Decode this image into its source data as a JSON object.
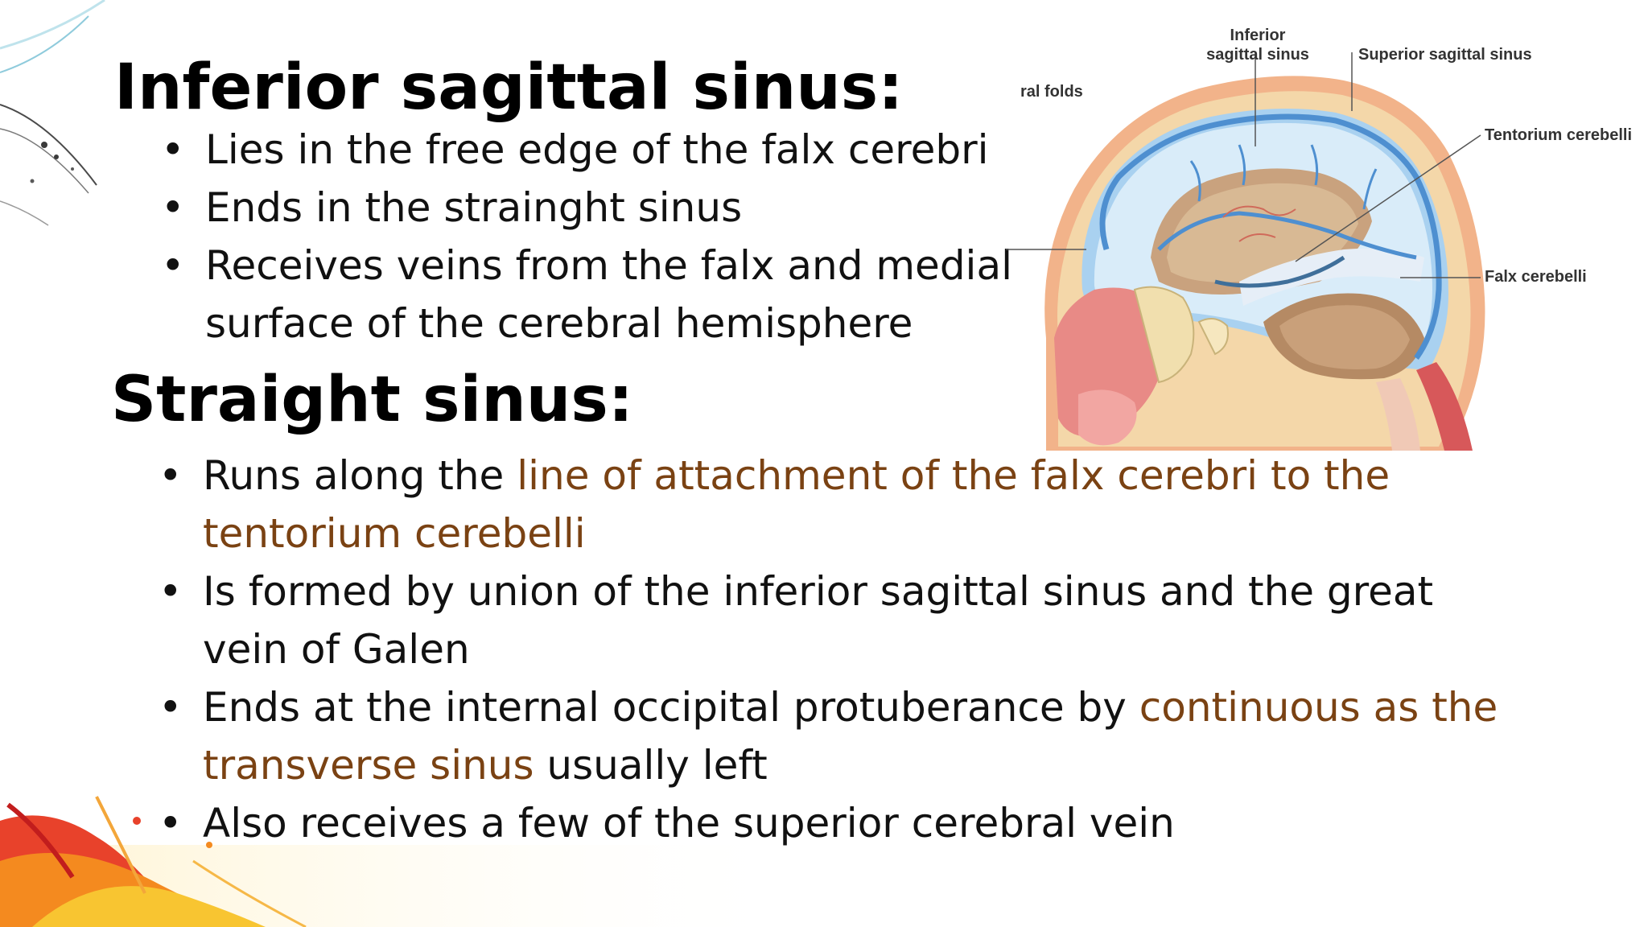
{
  "section1": {
    "title": "Inferior sagittal sinus:",
    "bullets": [
      "Lies in the free edge of the falx cerebri",
      "Ends in the strainght sinus",
      "Receives veins from the falx and medial surface of the cerebral hemisphere"
    ]
  },
  "section2": {
    "title": "Straight sinus:",
    "bullets": [
      {
        "plain": "Runs along the ",
        "highlight": "line of attachment of the falx cerebri to the tentorium cerebelli",
        "after": ""
      },
      {
        "plain": "Is formed by union of the inferior sagittal sinus and the great vein of Galen",
        "highlight": "",
        "after": ""
      },
      {
        "plain": "Ends at the internal occipital protuberance by ",
        "highlight": "continuous as the transverse sinus",
        "after": " usually left"
      },
      {
        "plain": "Also receives a few of the superior cerebral vein",
        "highlight": "",
        "after": ""
      }
    ]
  },
  "diagram": {
    "labels": {
      "inferior_line1": "Inferior",
      "inferior_line2": "sagittal sinus",
      "superior": "Superior sagittal sinus",
      "dural_folds": "ral folds",
      "tentorium": "Tentorium cerebelli",
      "falx_cerebelli": "Falx cerebelli"
    }
  },
  "colors": {
    "text": "#111111",
    "highlight": "#7a4213",
    "dura_blue": "#7fb2e0",
    "brain_tan": "#c9a27e",
    "nasal_pink": "#e88a86",
    "skull_bone": "#f1dfae"
  }
}
